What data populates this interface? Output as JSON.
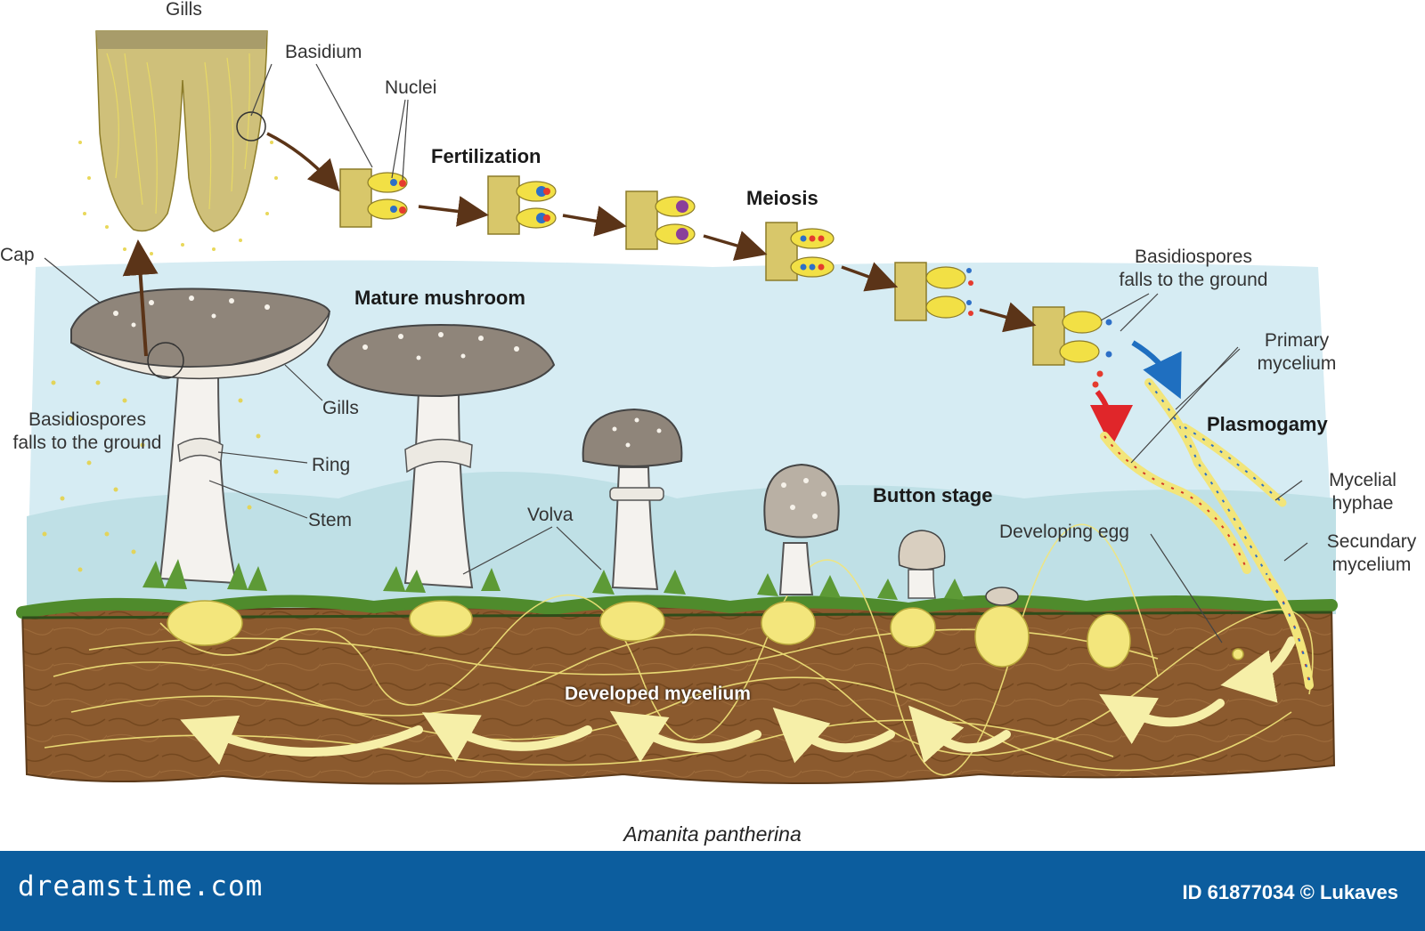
{
  "labels": {
    "gills_top": "Gills",
    "basidium": "Basidium",
    "nuclei": "Nuclei",
    "fertilization": "Fertilization",
    "meiosis": "Meiosis",
    "cap": "Cap",
    "mature_mushroom": "Mature mushroom",
    "basidiospores_left_1": "Basidiospores",
    "basidiospores_left_2": "falls to the ground",
    "gills": "Gills",
    "ring": "Ring",
    "stem": "Stem",
    "volva": "Volva",
    "button_stage": "Button stage",
    "developing_egg": "Developing egg",
    "basidiospores_right_1": "Basidiospores",
    "basidiospores_right_2": "falls to the ground",
    "primary_mycelium_1": "Primary",
    "primary_mycelium_2": "mycelium",
    "plasmogamy": "Plasmogamy",
    "mycelial_hyphae_1": "Mycelial",
    "mycelial_hyphae_2": "hyphae",
    "secundary_mycelium_1": "Secundary",
    "secundary_mycelium_2": "mycelium",
    "developed_mycelium": "Developed mycelium"
  },
  "caption": "Amanita pantherina",
  "footer": {
    "site": "dreamstime.com",
    "id": "ID 61877034 © Lukaves"
  },
  "colors": {
    "sky": "#d6ecf3",
    "soil": "#8b5a2e",
    "grass": "#5d9a36",
    "hyphae": "#f2e57a",
    "banner": "#0c5d9e",
    "arrow": "#5b3418",
    "nucleus_red": "#e53b2e",
    "nucleus_blue": "#2d6fc7"
  }
}
